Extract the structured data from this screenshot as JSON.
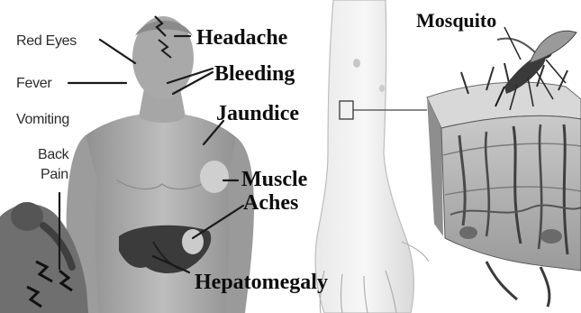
{
  "labels": {
    "red_eyes": "Red Eyes",
    "fever": "Fever",
    "vomiting": "Vomiting",
    "back": "Back",
    "pain": "Pain",
    "headache": "Headache",
    "bleeding": "Bleeding",
    "jaundice": "Jaundice",
    "muscle": "Muscle",
    "aches": "Aches",
    "hepatomegaly": "Hepatomegaly",
    "mosquito": "Mosquito"
  }
}
